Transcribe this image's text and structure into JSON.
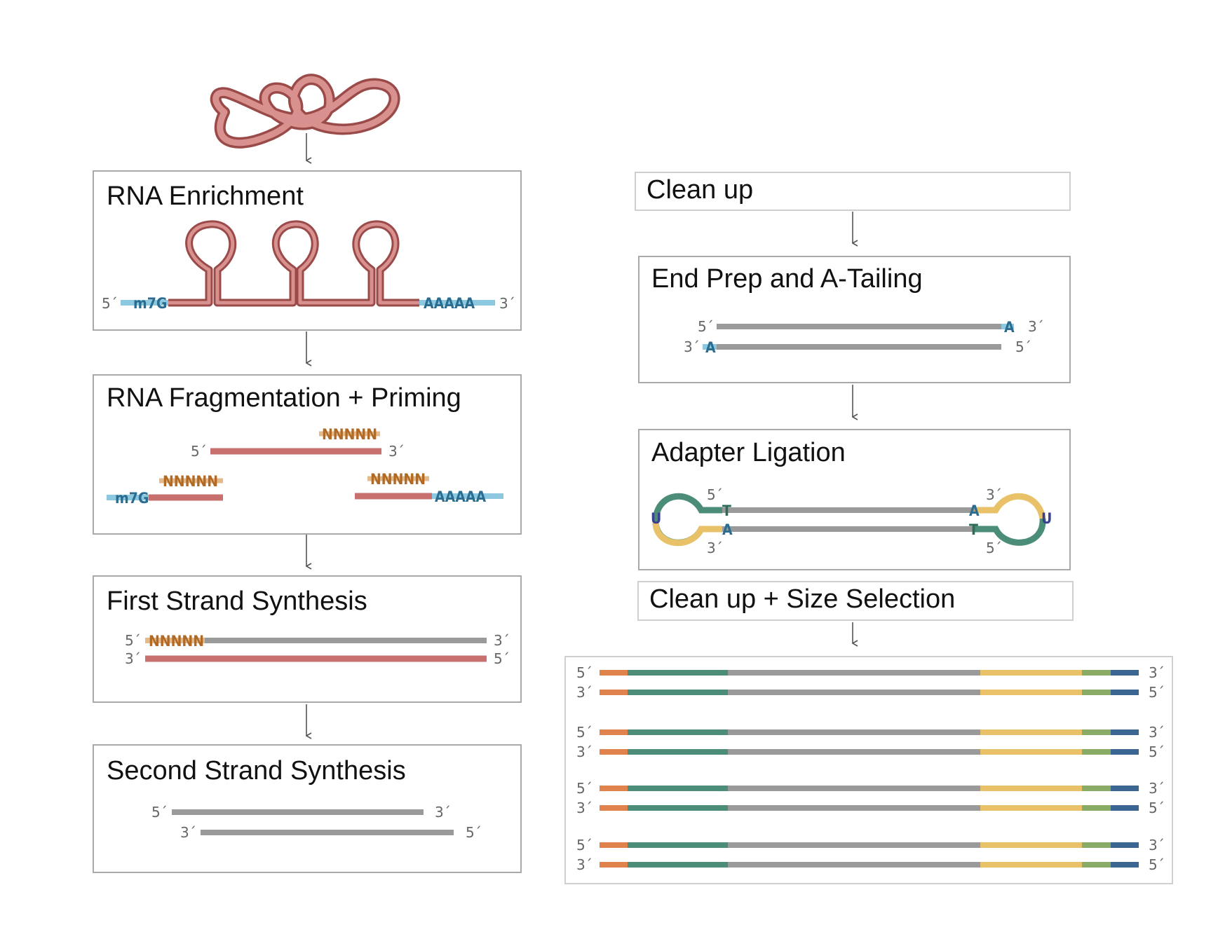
{
  "steps": {
    "rna_enrichment": "RNA Enrichment",
    "rna_fragmentation": "RNA Fragmentation + Priming",
    "first_strand": "First Strand Synthesis",
    "second_strand": "Second Strand Synthesis",
    "clean_up": "Clean up",
    "end_prep": "End Prep and A-Tailing",
    "adapter_ligation": "Adapter Ligation",
    "clean_up_size": "Clean up + Size Selection"
  },
  "labels": {
    "five_prime": "5´",
    "three_prime": "3´",
    "cap": "m7G",
    "poly_a": "AAAAA",
    "primer": "NNNNN",
    "a_base": "A",
    "t_base": "T",
    "u_base": "U"
  },
  "colors": {
    "rna": "#c8706d",
    "dna": "#9a9a9a",
    "cap_tail": "#8cc8e0",
    "primer": "#c07b2e",
    "adapter_green": "#4b8d78",
    "adapter_yellow": "#e8c168",
    "index_orange": "#e0824c",
    "p7_green": "#8aab65",
    "p5_blue": "#3b6691"
  }
}
